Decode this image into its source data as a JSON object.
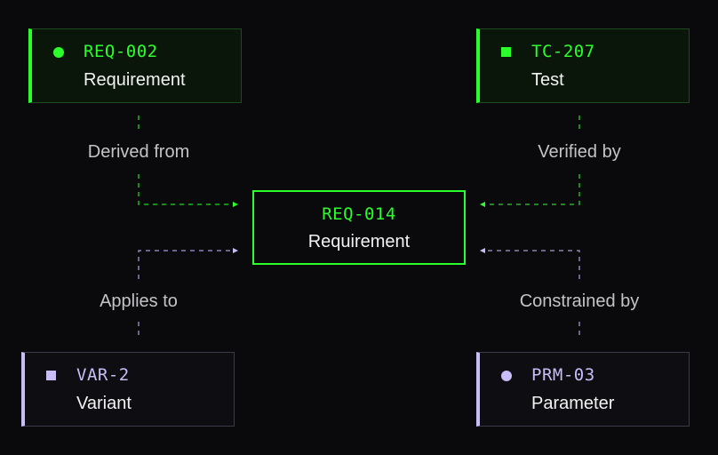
{
  "colors": {
    "background": "#0a0a0c",
    "green": "#2bff2b",
    "green_dim": "#22b522",
    "lavender": "#c8bdf6",
    "lavender_dim": "#8a83b4",
    "card_border_green": "#1f4a1f",
    "card_border_purple": "#3c3a46",
    "card_fill_green": "#0b160b",
    "card_fill_purple": "#0e0d12"
  },
  "nodes": {
    "req_002": {
      "id": "REQ-002",
      "type": "Requirement",
      "marker": "circle"
    },
    "tc_207": {
      "id": "TC-207",
      "type": "Test",
      "marker": "square"
    },
    "req_014": {
      "id": "REQ-014",
      "type": "Requirement"
    },
    "var_2": {
      "id": "VAR-2",
      "type": "Variant",
      "marker": "square"
    },
    "prm_03": {
      "id": "PRM-03",
      "type": "Parameter",
      "marker": "circle"
    }
  },
  "edges": {
    "derived": {
      "label": "Derived from"
    },
    "verified": {
      "label": "Verified by"
    },
    "applies": {
      "label": "Applies to"
    },
    "constrained": {
      "label": "Constrained by"
    }
  }
}
